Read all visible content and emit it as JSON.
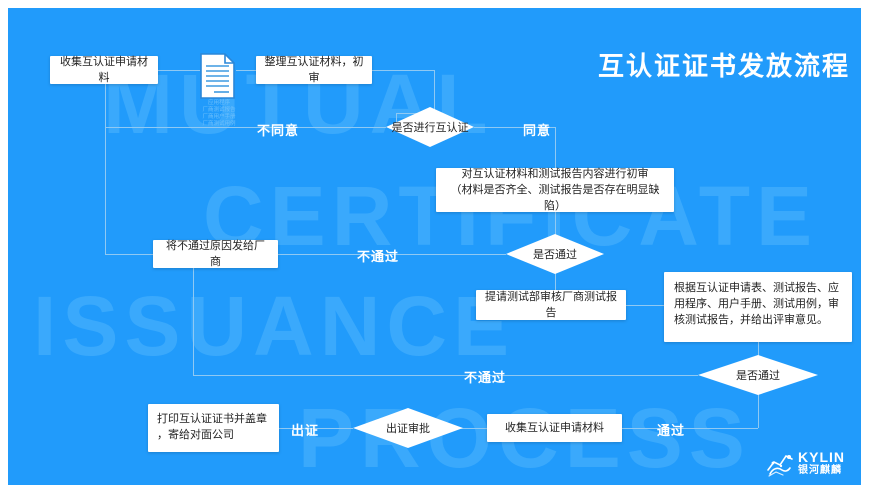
{
  "slide": {
    "title": "互认证证书发放流程",
    "background_color": "#219bfb",
    "watermark_color": "#3aa9fc",
    "line_color": "#8fc9f3"
  },
  "watermarks": {
    "mutual": "MUTUAL",
    "certificate": "CERTIFICATE",
    "issuance": "ISSUANCE",
    "process": "PROCESS"
  },
  "doc_icon": {
    "caption_line1": "应用程序",
    "caption_line2": "厂商测试报告",
    "caption_line3": "厂商用户手册",
    "caption_line4": "厂商测试用例"
  },
  "nodes": {
    "collect_top": "收集互认证申请材料",
    "organize": "整理互认证材料，初审",
    "preliminary_review_l1": "对互认证材料和测试报告内容进行初审",
    "preliminary_review_l2": "（材料是否齐全、测试报告是否存在明显缺陷）",
    "send_fail_reason": "将不通过原因发给厂商",
    "request_test_dept": "提请测试部审核厂商测试报告",
    "review_detail_l1": "根据互认证申请表、测试报告、应",
    "review_detail_l2": "用程序、用户手册、测试用例，审",
    "review_detail_l3": "核测试报告，并给出评审意见。",
    "print_cert_l1": "打印互认证证书并盖章",
    "print_cert_l2": "，寄给对面公司",
    "collect_bottom": "收集互认证申请材料"
  },
  "decisions": {
    "do_mutual_cert": "是否进行互认证",
    "pass_first": "是否通过",
    "pass_second": "是否通过",
    "issue_approval": "出证审批"
  },
  "edge_labels": {
    "disagree": "不同意",
    "agree": "同意",
    "fail_first": "不通过",
    "fail_second": "不通过",
    "pass": "通过",
    "issue": "出证"
  },
  "logo": {
    "english": "KYLIN",
    "chinese": "银河麒麟"
  }
}
